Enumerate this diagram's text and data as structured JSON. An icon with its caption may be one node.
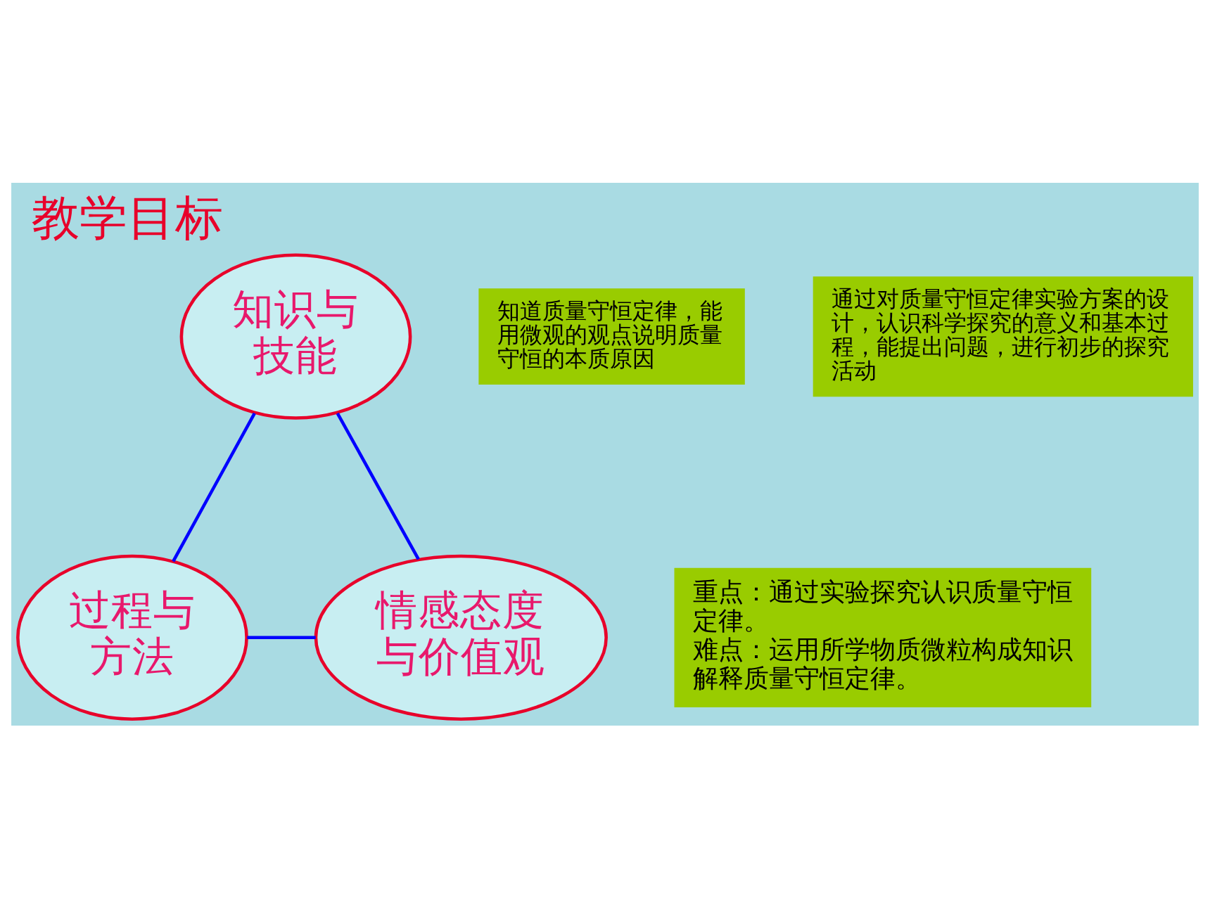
{
  "diagram": {
    "title": "教学目标",
    "nodes": [
      {
        "text": [
          "知识与技能"
        ]
      },
      {
        "text": [
          "过程与方法"
        ]
      },
      {
        "text": [
          "情感态度与价值观"
        ]
      },
      {
        "text": [
          "知道质量守恒定律，能用微观的观点说明质量守恒的本质原因"
        ]
      },
      {
        "text": [
          "通过对质量守恒定律实验方案的设计，认识科学探究的意义和基本过程，能提出问题，进行初步的探究活动"
        ]
      },
      {
        "text": [
          "重点：通过实验探究认识质量守恒定律。",
          "难点：运用所学物质微粒构成知识解释质量守恒定律。"
        ]
      }
    ],
    "edges": [
      {
        "from": 0,
        "to": 1,
        "arrow": "none"
      },
      {
        "from": 0,
        "to": 2,
        "arrow": "none"
      },
      {
        "from": 1,
        "to": 2,
        "arrow": "none"
      }
    ]
  }
}
